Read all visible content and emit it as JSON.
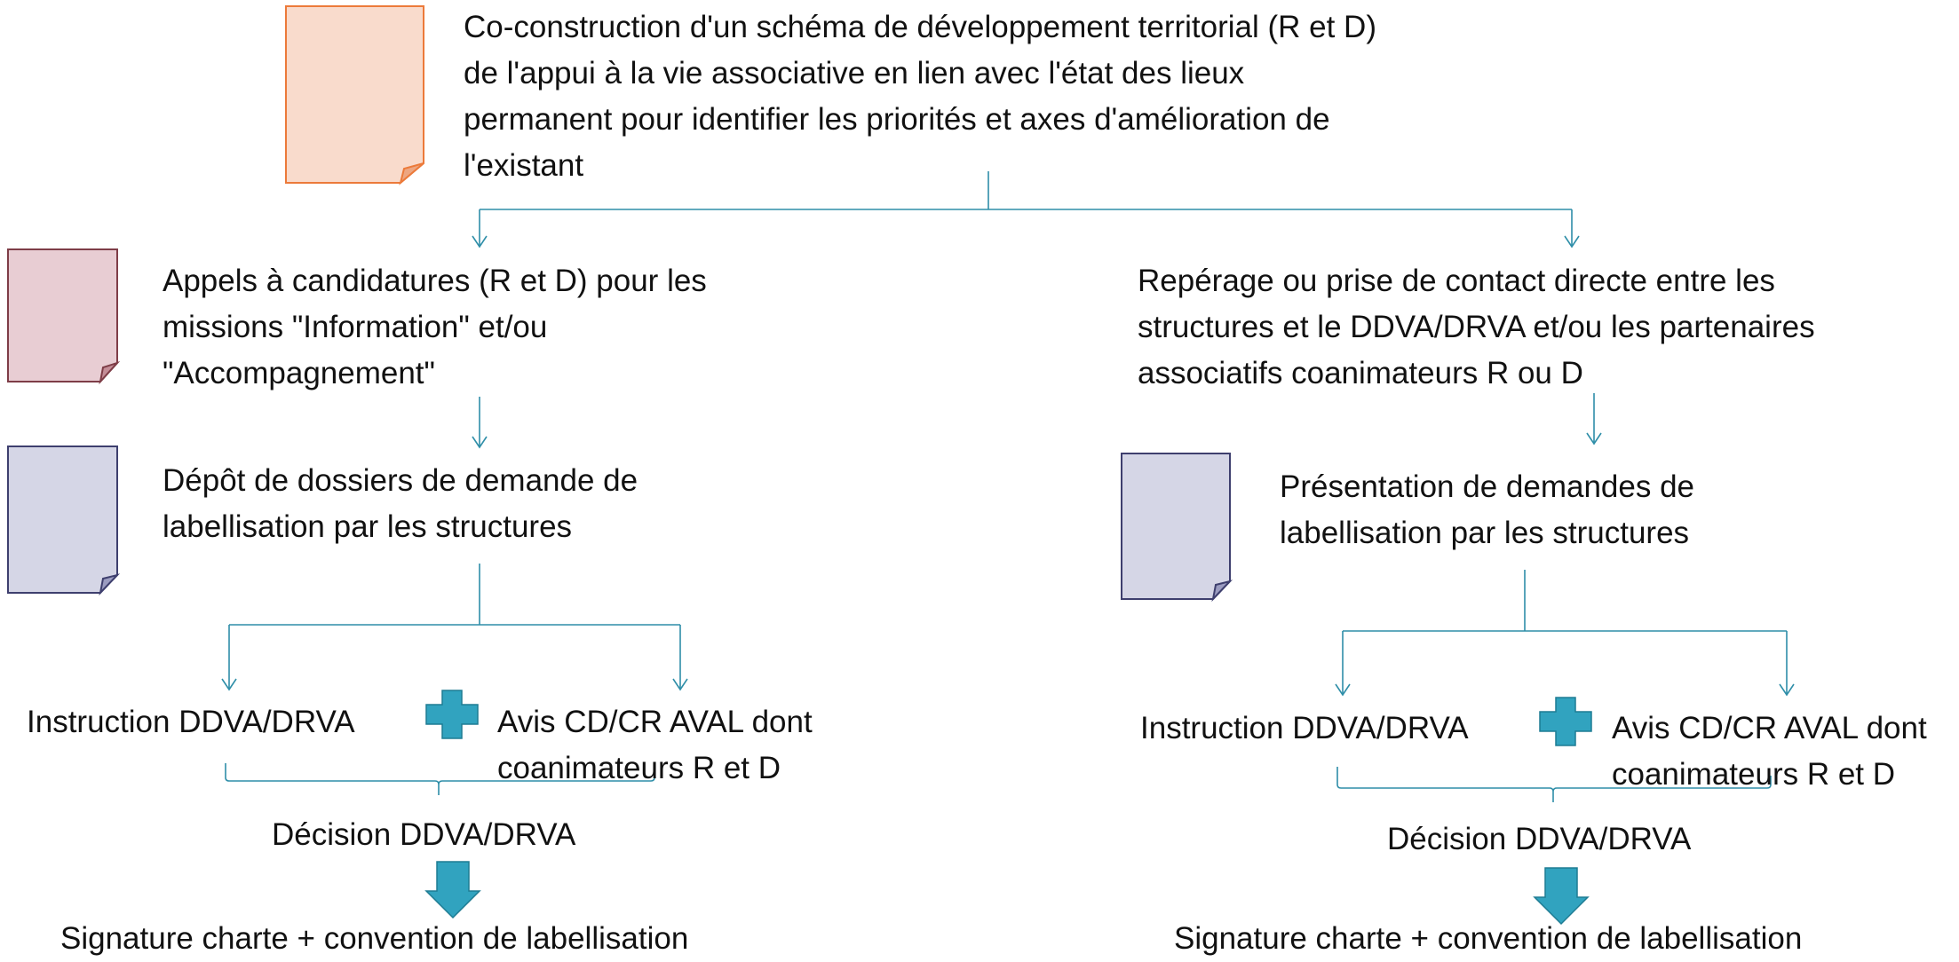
{
  "top_note": {
    "lines": [
      "Co-construction d'un schéma de développement territorial (R et D)",
      "de l'appui à la vie associative en lien avec l'état des lieux",
      "permanent pour identifier les priorités et axes d'amélioration de",
      "l'existant"
    ]
  },
  "left_branch": {
    "call_for_applications": {
      "lines": [
        "Appels à candidatures (R et D) pour les",
        "missions \"Information\" et/ou",
        "\"Accompagnement\""
      ]
    },
    "dossier_submission": {
      "lines": [
        "Dépôt de dossiers de demande de",
        "labellisation par les structures"
      ]
    },
    "instruction": "Instruction DDVA/DRVA",
    "opinion": [
      "Avis CD/CR AVAL dont",
      "coanimateurs R et D"
    ],
    "decision": "Décision DDVA/DRVA",
    "signature": "Signature charte + convention de labellisation"
  },
  "right_branch": {
    "direct_contact": {
      "lines": [
        "Repérage ou prise de contact directe entre les",
        "structures et le DDVA/DRVA et/ou les partenaires",
        "associatifs coanimateurs R ou D"
      ]
    },
    "request_presentation": {
      "lines": [
        "Présentation de demandes de",
        "labellisation par les structures"
      ]
    },
    "instruction": "Instruction DDVA/DRVA",
    "opinion": [
      "Avis CD/CR AVAL dont",
      "coanimateurs R et D"
    ],
    "decision": "Décision DDVA/DRVA",
    "signature": "Signature charte + convention de labellisation"
  },
  "colors": {
    "connector": "#2e8ea8",
    "accent": "#31a3bf",
    "note_orange_fill": "#f9dbcc",
    "note_orange_stroke": "#ec7a3a",
    "note_rose_fill": "#e8cdd3",
    "note_rose_stroke": "#7e3d47",
    "note_lavender_fill": "#d5d6e6",
    "note_lavender_stroke": "#3e3f6e"
  },
  "icons": [
    "folded-note-icon",
    "plus-icon",
    "down-arrow-icon"
  ]
}
